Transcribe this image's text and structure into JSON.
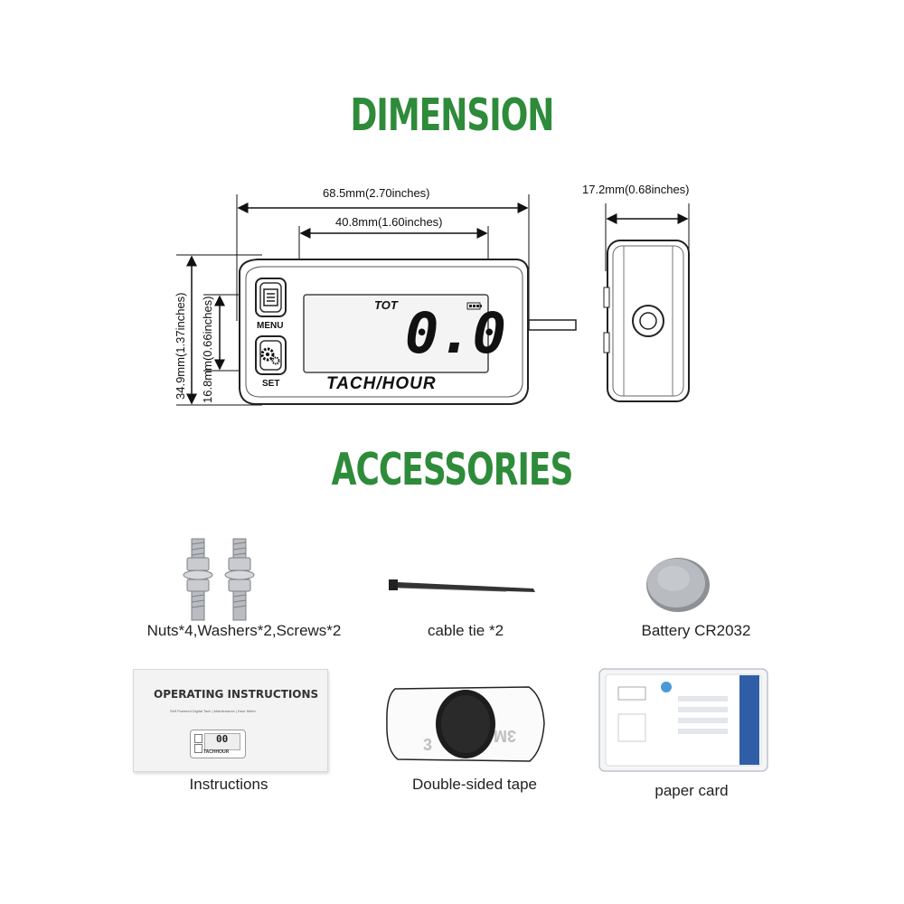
{
  "headings": {
    "dimension": "DIMENSION",
    "accessories": "ACCESSORIES"
  },
  "dimensions": {
    "overall_width": "68.5mm(2.70inches)",
    "screen_width": "40.8mm(1.60inches)",
    "depth": "17.2mm(0.68inches)",
    "overall_height": "34.9mm(1.37inches)",
    "screen_height": "16.8mm(0.66inches)"
  },
  "device": {
    "lcd_mode": "TOT",
    "lcd_value": "0.0",
    "label": "TACH/HOUR",
    "menu_button": "MENU",
    "set_button": "SET"
  },
  "accessories": [
    {
      "caption": "Nuts*4,Washers*2,Screws*2",
      "icon": "screws-icon"
    },
    {
      "caption": "cable tie *2",
      "icon": "cable-tie-icon"
    },
    {
      "caption": "Battery CR2032",
      "icon": "coin-battery-icon"
    },
    {
      "caption": "Instructions",
      "icon": "instruction-booklet-icon"
    },
    {
      "caption": "Double-sided tape",
      "icon": "double-sided-tape-icon"
    },
    {
      "caption": "paper card",
      "icon": "paper-card-icon"
    }
  ],
  "instructions_sheet": {
    "title": "OPERATING INSTRUCTIONS",
    "subtitle": "Self Powered Digital Tach | Maintenance | Hour Meter",
    "lcd_value": "00",
    "label": "TACHHOUR"
  },
  "colors": {
    "heading": "#2e8b3a",
    "lcd": "#f4f4f4",
    "body": "#ffffff"
  }
}
